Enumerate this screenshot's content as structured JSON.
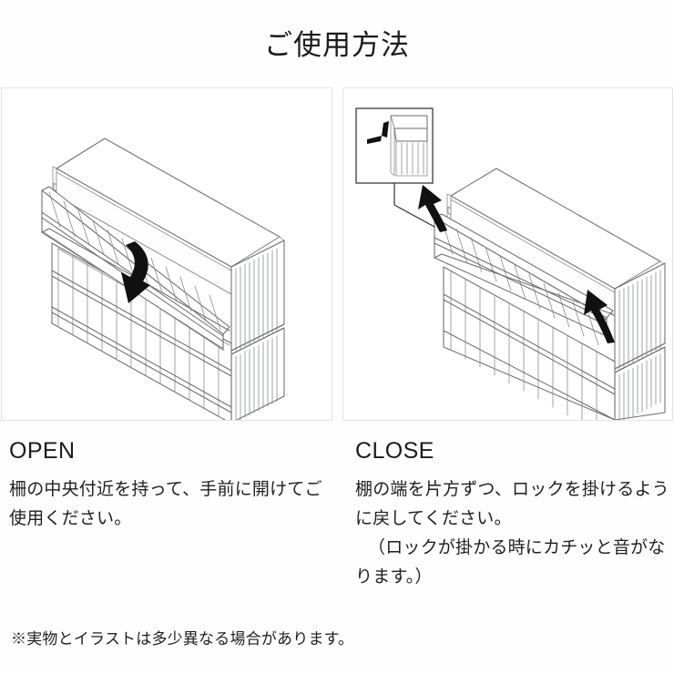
{
  "page": {
    "title": "ご使用方法",
    "background_color": "#fefefe",
    "footnote": "※実物とイラストは多少異なる場合があります。"
  },
  "panels": [
    {
      "name": "open-illustration",
      "alt": "棚の柵を手前に開いた状態のイラスト",
      "border_color": "#e3e3e3",
      "background_color": "#ffffff",
      "arrows": [
        {
          "name": "open-arrow",
          "direction": "down",
          "color": "#111111"
        }
      ]
    },
    {
      "name": "close-illustration",
      "alt": "棚の柵を閉じてロックを掛ける状態のイラスト",
      "border_color": "#e3e3e3",
      "background_color": "#ffffff",
      "inset": {
        "name": "lock-detail-inset",
        "alt": "ロック部分の拡大図",
        "border_color": "#4a4a4c"
      },
      "arrows": [
        {
          "name": "close-arrow-left",
          "direction": "up",
          "color": "#111111"
        },
        {
          "name": "close-arrow-right",
          "direction": "up",
          "color": "#111111"
        }
      ]
    }
  ],
  "captions": {
    "open": {
      "heading": "OPEN",
      "body": "柵の中央付近を持って、手前に開けてご使用ください。"
    },
    "close": {
      "heading": "CLOSE",
      "body_line1": "棚の端を片方ずつ、ロックを掛けるように戻してください。",
      "body_line2": "（ロックが掛かる時にカチッと音がなります。）"
    }
  },
  "colors": {
    "text": "#1f1f1f",
    "line_art": "#6d6e71",
    "line_art_light": "#8a8c8e",
    "arrow": "#111111",
    "panel_border": "#e3e3e3"
  }
}
